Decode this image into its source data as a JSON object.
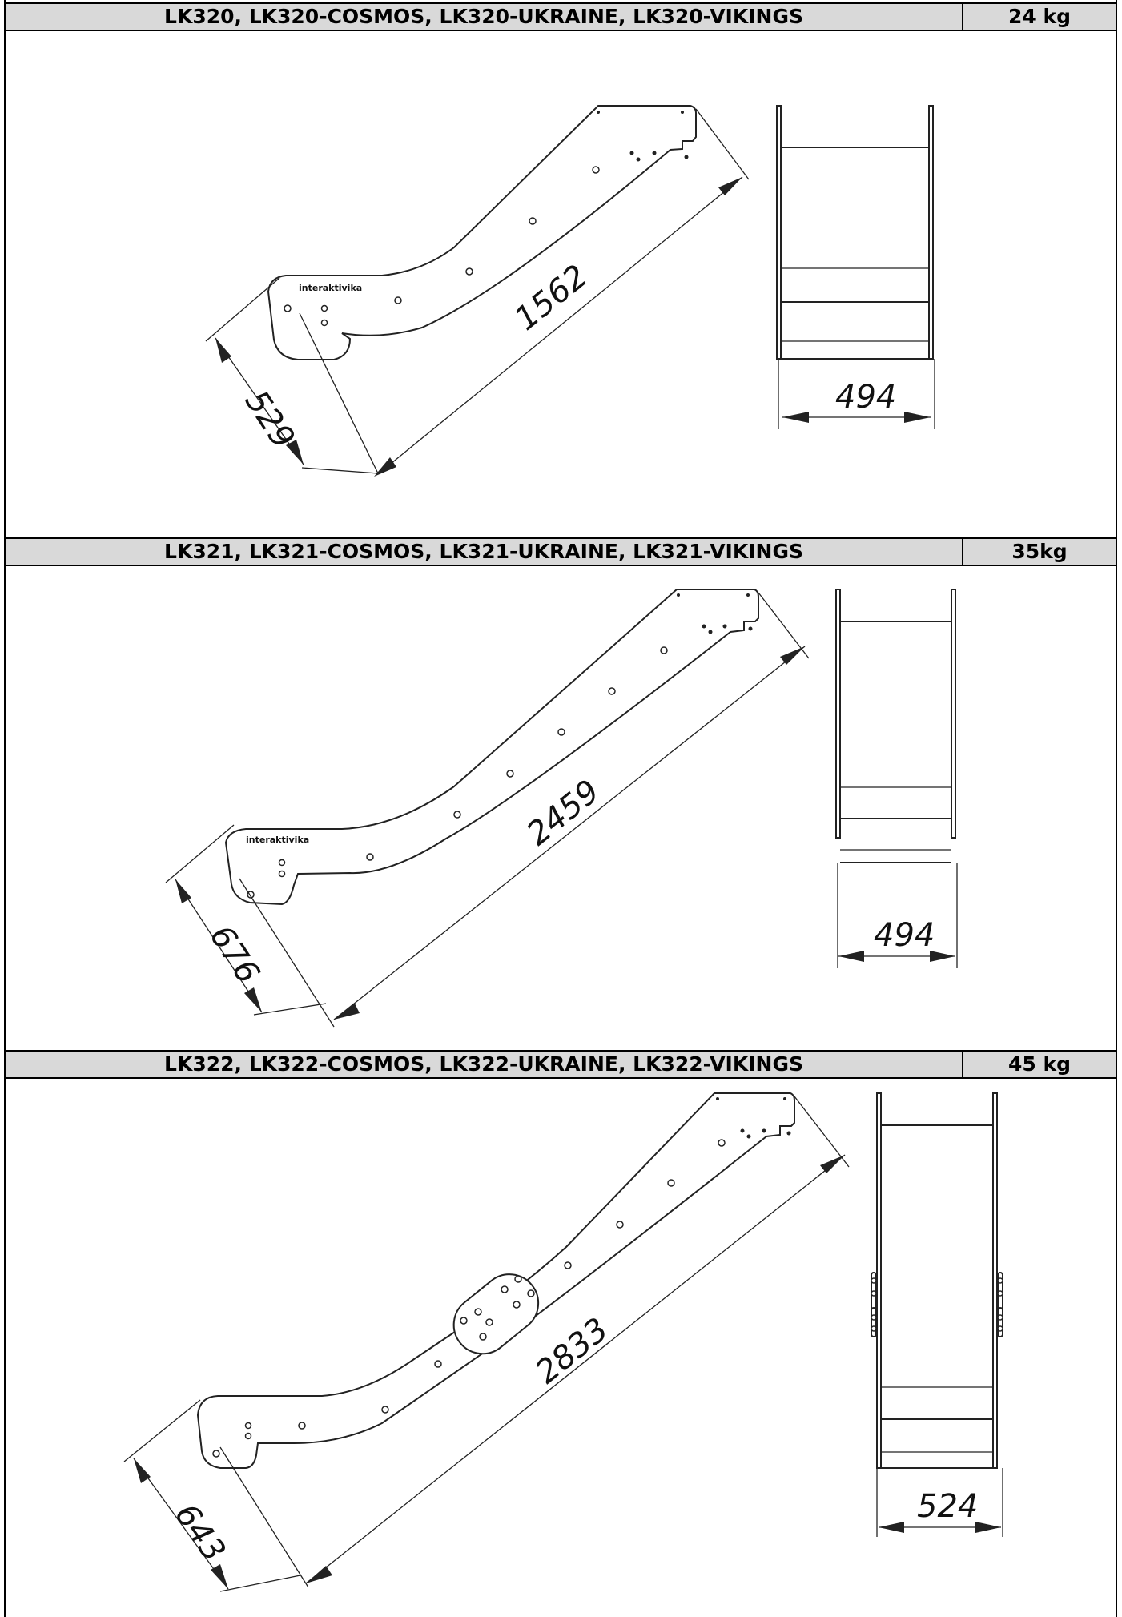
{
  "page": {
    "top_title_cut": "Kalnelio nuolydis ragelis medinis laiptas kalnelis"
  },
  "products": [
    {
      "header": "LK320, LK320-COSMOS, LK320-UKRAINE, LK320-VIKINGS",
      "weight": "24 kg",
      "logo": "interaktivika",
      "dims": {
        "length": "1562",
        "height": "529",
        "width": "494"
      }
    },
    {
      "header": "LK321, LK321-COSMOS, LK321-UKRAINE, LK321-VIKINGS",
      "weight": "35kg",
      "logo": "interaktivika",
      "dims": {
        "length": "2459",
        "height": "676",
        "width": "494"
      }
    },
    {
      "header": "LK322, LK322-COSMOS, LK322-UKRAINE, LK322-VIKINGS",
      "weight": "45 kg",
      "logo": "",
      "dims": {
        "length": "2833",
        "height": "643",
        "width": "524"
      }
    }
  ]
}
